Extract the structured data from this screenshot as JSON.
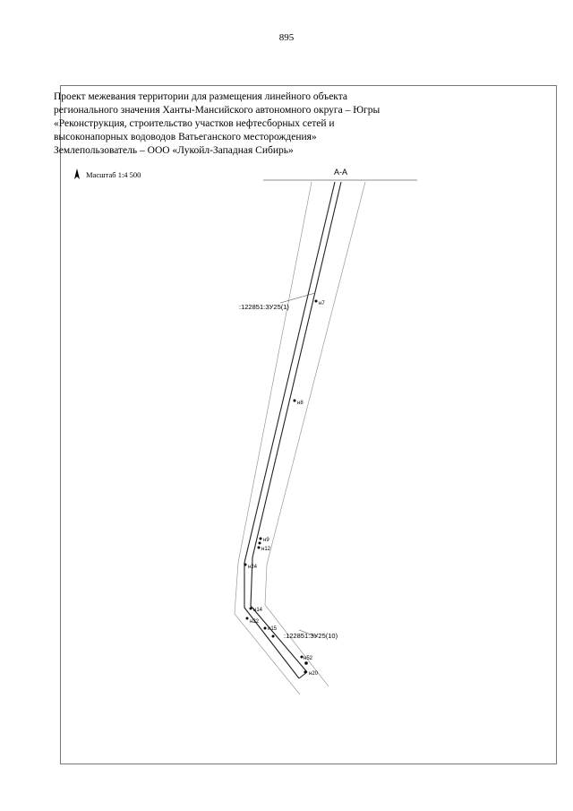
{
  "page_number": "895",
  "header": {
    "lines": [
      "Проект межевания территории для размещения линейного объекта",
      "регионального значения Ханты-Мансийского автономного округа – Югры",
      "«Реконструкция, строительство участков нефтесборных сетей и",
      "высоконапорных водоводов Ватьеганского месторождения»",
      "Землепользователь – ООО «Лукойл-Западная Сибирь»"
    ]
  },
  "scale": {
    "icon": "north-arrow-icon",
    "label": "Масштаб 1:4 500"
  },
  "drawing": {
    "section_label": "А-А",
    "parcel_labels": [
      ":122851:ЗУ25(1)",
      ":122851:ЗУ25(10)"
    ],
    "point_labels": [
      "н7",
      "н8",
      "н9",
      "н12",
      "н24",
      "н14",
      "н22",
      "н15",
      "н52",
      "н20"
    ]
  }
}
